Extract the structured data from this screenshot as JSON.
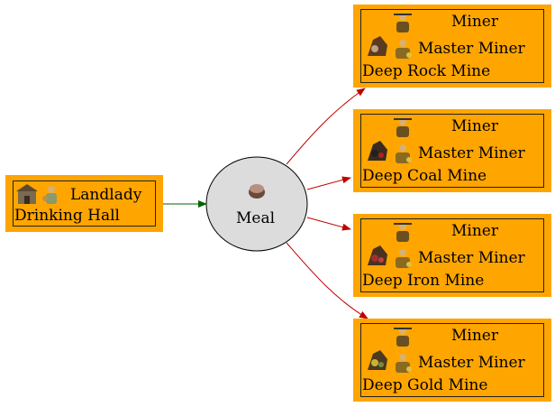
{
  "source": {
    "role": "Landlady",
    "building": "Drinking Hall",
    "icons": [
      "landlady-building-icon",
      "landlady-worker-icon"
    ]
  },
  "center": {
    "label": "Meal",
    "icon": "meal-icon"
  },
  "edge_colors": {
    "input": "#006400",
    "output": "#c00000"
  },
  "colors": {
    "node_fill": "#ffa500",
    "ellipse_fill": "#dcdcdc"
  },
  "targets": [
    {
      "worker": "Miner",
      "master": "Master Miner",
      "building": "Deep Rock Mine",
      "icons": [
        "rock-mine-icon",
        "miner-icon",
        "master-miner-icon"
      ]
    },
    {
      "worker": "Miner",
      "master": "Master Miner",
      "building": "Deep Coal Mine",
      "icons": [
        "coal-mine-icon",
        "miner-icon",
        "master-miner-icon"
      ]
    },
    {
      "worker": "Miner",
      "master": "Master Miner",
      "building": "Deep Iron Mine",
      "icons": [
        "iron-mine-icon",
        "miner-icon",
        "master-miner-icon"
      ]
    },
    {
      "worker": "Miner",
      "master": "Master Miner",
      "building": "Deep Gold Mine",
      "icons": [
        "gold-mine-icon",
        "miner-icon",
        "master-miner-icon"
      ]
    }
  ]
}
